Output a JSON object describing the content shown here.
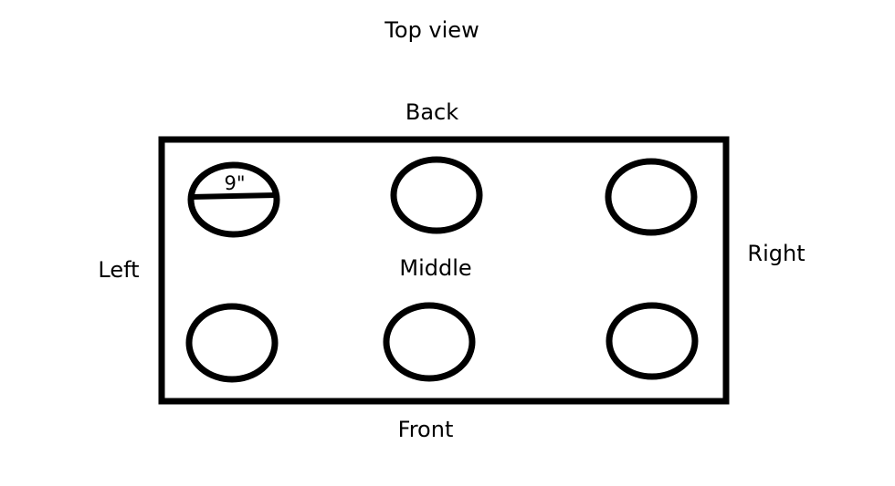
{
  "title": "Top view",
  "sides": {
    "back": "Back",
    "front": "Front",
    "left": "Left",
    "right": "Right",
    "middle": "Middle"
  },
  "dimension": "9\"",
  "colors": {
    "stroke": "#000000",
    "background": "#ffffff"
  }
}
